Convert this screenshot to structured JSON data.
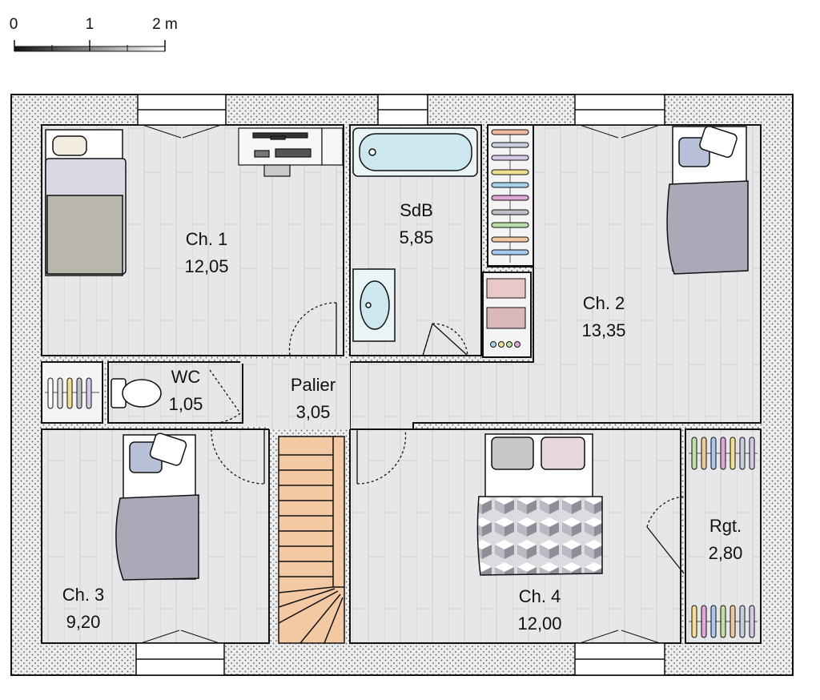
{
  "scale": {
    "tick_0": "0",
    "tick_1": "1",
    "tick_2": "2 m"
  },
  "colors": {
    "wall_fill": "#ececec",
    "floor": "#e7e7e9",
    "plank_line": "#cfcfd3",
    "stair": "#f3c9a3",
    "bed_blanket": "#a9a9b7",
    "bed_blanket_dark": "#8f8f9f",
    "pillow_blue": "#b8c0d8",
    "fixture_fill": "#eaf4f7",
    "bath_water": "#cde7ee",
    "khaki_blanket": "#b9b7ac"
  },
  "rooms": {
    "ch1": {
      "name": "Ch. 1",
      "area": "12,05"
    },
    "sdb": {
      "name": "SdB",
      "area": "5,85"
    },
    "ch2": {
      "name": "Ch. 2",
      "area": "13,35"
    },
    "wc": {
      "name": "WC",
      "area": "1,05"
    },
    "palier": {
      "name": "Palier",
      "area": "3,05"
    },
    "ch3": {
      "name": "Ch. 3",
      "area": "9,20"
    },
    "ch4": {
      "name": "Ch. 4",
      "area": "12,00"
    },
    "rgt": {
      "name": "Rgt.",
      "area": "2,80"
    }
  }
}
